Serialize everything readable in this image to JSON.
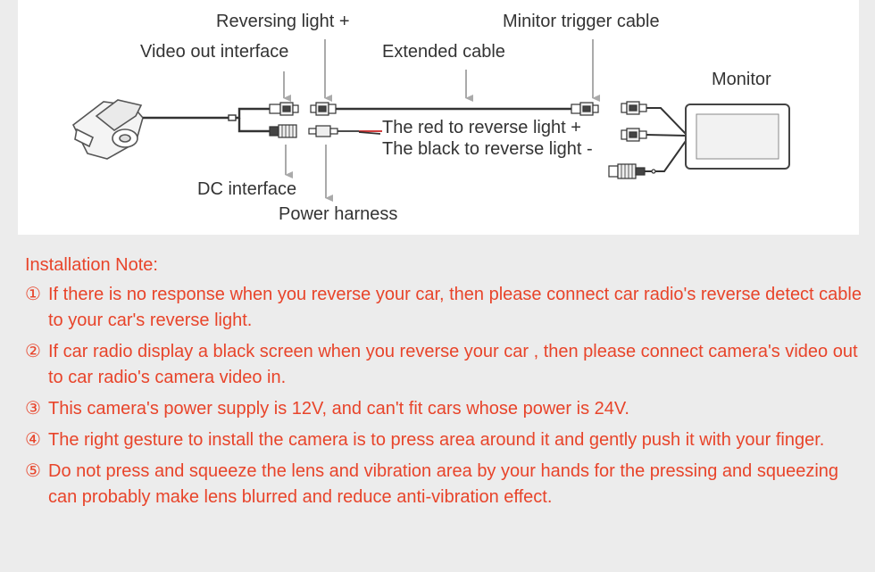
{
  "diagram": {
    "labels": {
      "reversing_light": "Reversing light +",
      "monitor_trigger": "Minitor trigger cable",
      "video_out": "Video out interface",
      "extended_cable": "Extended cable",
      "monitor": "Monitor",
      "red_wire": "The red to reverse light +",
      "black_wire": "The black to reverse light -",
      "dc_interface": "DC interface",
      "power_harness": "Power harness"
    },
    "colors": {
      "wire": "#333333",
      "red_wire": "#cc2222",
      "arrow": "#aaaaaa"
    }
  },
  "notes": {
    "title": "Installation Note:",
    "color": "#e8442a",
    "items": [
      {
        "num": "①",
        "text": "If there is no response when you reverse your car, then please connect car radio's reverse detect cable to your car's reverse light."
      },
      {
        "num": "②",
        "text": "If car radio display a black screen when you reverse your car , then please connect camera's video out to car radio's camera video in."
      },
      {
        "num": "③",
        "text": "This camera's power supply is 12V, and can't fit cars whose power is 24V."
      },
      {
        "num": "④",
        "text": "The right gesture to install the camera is to press area around it and gently push it with your finger."
      },
      {
        "num": "⑤",
        "text": "Do not press and squeeze the lens and vibration area by your hands for the pressing and squeezing can probably make lens blurred and reduce anti-vibration effect."
      }
    ]
  }
}
